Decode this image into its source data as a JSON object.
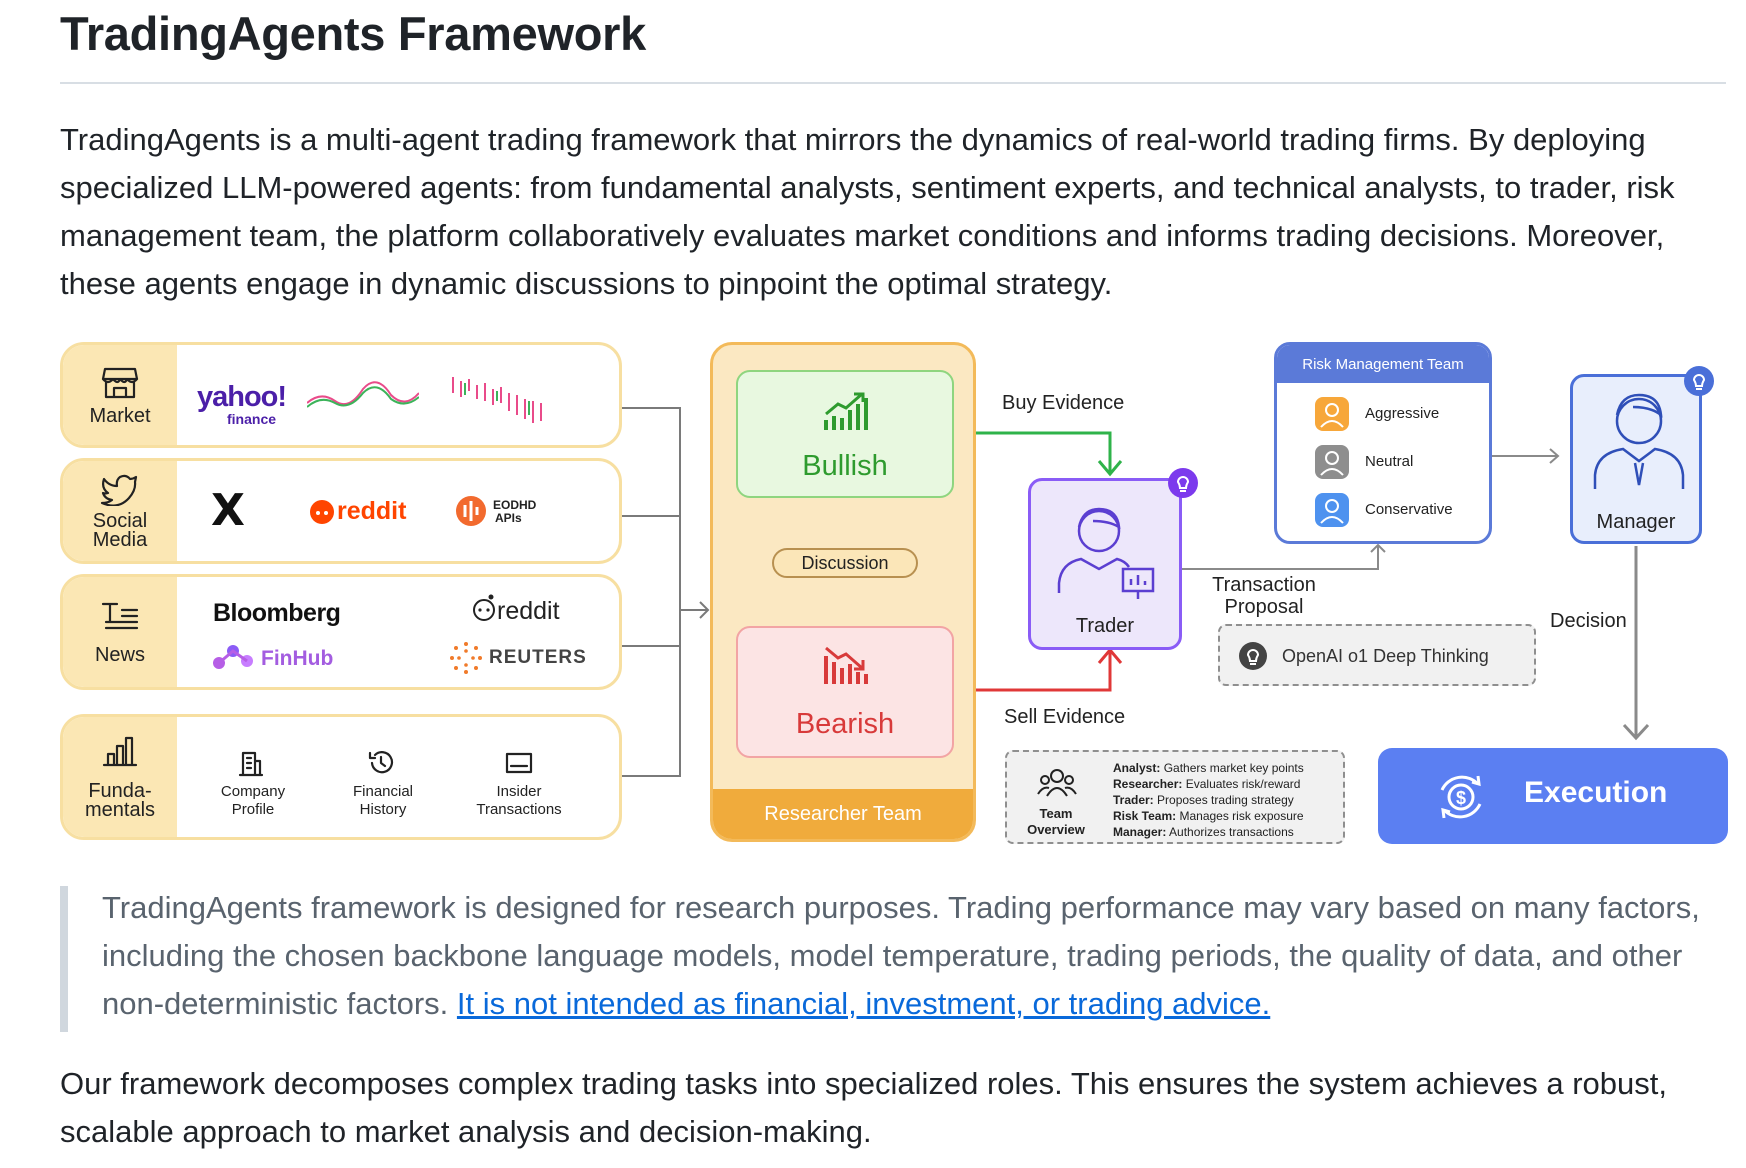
{
  "title": "TradingAgents Framework",
  "intro": "TradingAgents is a multi-agent trading framework that mirrors the dynamics of real-world trading firms. By deploying specialized LLM-powered agents: from fundamental analysts, sentiment experts, and technical analysts, to trader, risk management team, the platform collaboratively evaluates market conditions and informs trading decisions. Moreover, these agents engage in dynamic discussions to pinpoint the optimal strategy.",
  "diagram": {
    "sources": [
      {
        "label": "Market",
        "items": [
          "yahoo!",
          "finance"
        ]
      },
      {
        "label": "Social Media",
        "items": [
          "X",
          "reddit",
          "EODHD",
          "APIs"
        ]
      },
      {
        "label": "News",
        "items": [
          "Bloomberg",
          "reddit",
          "FinHub",
          "REUTERS"
        ]
      },
      {
        "label": "Funda-mentals",
        "items": [
          "Company Profile",
          "Financial History",
          "Insider Transactions"
        ]
      }
    ],
    "researcher_team": "Researcher Team",
    "bullish": "Bullish",
    "bearish": "Bearish",
    "discussion": "Discussion",
    "buy_evidence": "Buy Evidence",
    "sell_evidence": "Sell Evidence",
    "trader": "Trader",
    "transaction_proposal_1": "Transaction",
    "transaction_proposal_2": "Proposal",
    "risk_team": "Risk Management Team",
    "risk_levels": [
      "Aggressive",
      "Neutral",
      "Conservative"
    ],
    "manager": "Manager",
    "decision": "Decision",
    "openai_label": "OpenAI o1 Deep Thinking",
    "execution": "Execution",
    "team_overview_1": "Team",
    "team_overview_2": "Overview",
    "team_roles": [
      {
        "role": "Analyst:",
        "desc": "Gathers market key points"
      },
      {
        "role": "Researcher:",
        "desc": "Evaluates risk/reward"
      },
      {
        "role": "Trader:",
        "desc": "Proposes trading strategy"
      },
      {
        "role": "Risk Team:",
        "desc": "Manages risk exposure"
      },
      {
        "role": "Manager:",
        "desc": "Authorizes transactions"
      }
    ]
  },
  "note_text": "TradingAgents framework is designed for research purposes. Trading performance may vary based on many factors, including the chosen backbone language models, model temperature, trading periods, the quality of data, and other non-deterministic factors. ",
  "note_link": "It is not intended as financial, investment, or trading advice.",
  "outro": "Our framework decomposes complex trading tasks into specialized roles. This ensures the system achieves a robust, scalable approach to market analysis and decision-making.",
  "colors": {
    "link": "#0969da",
    "bullish": "#2e9b2e",
    "bearish": "#d83a3a",
    "trader": "#8a5cf6",
    "risk": "#4a6fd8",
    "execution": "#5b7ff2",
    "researcher": "#efab3d"
  }
}
